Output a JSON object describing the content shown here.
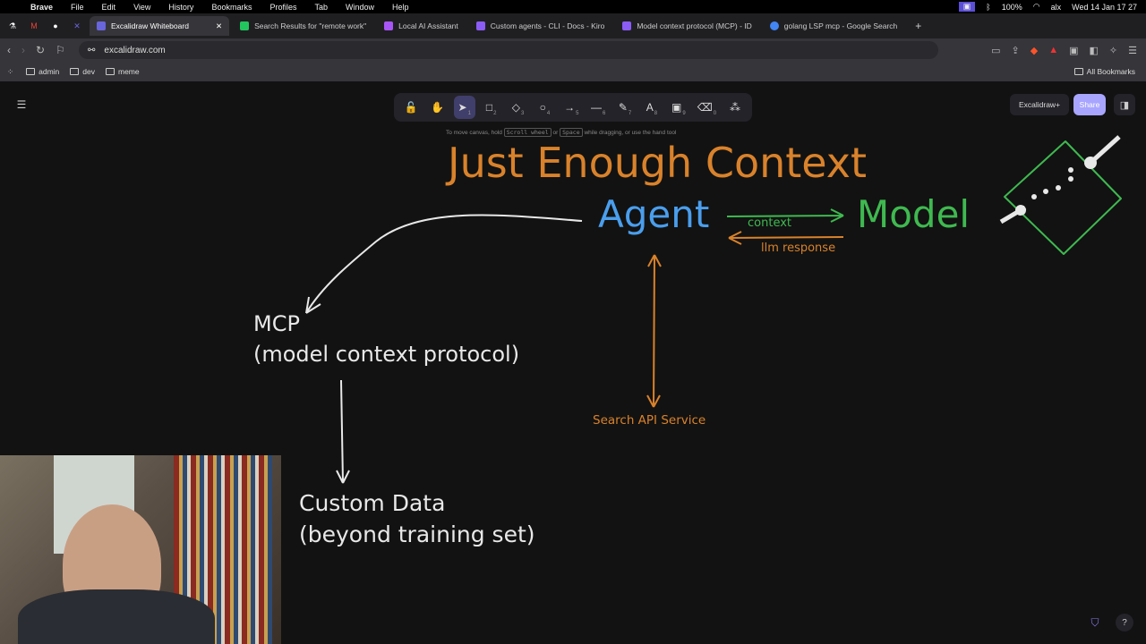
{
  "menubar": {
    "app": "Brave",
    "items": [
      "File",
      "Edit",
      "View",
      "History",
      "Bookmarks",
      "Profiles",
      "Tab",
      "Window",
      "Help"
    ],
    "battery": "100%",
    "user": "alx",
    "datetime": "Wed 14 Jan  17 27"
  },
  "tabs": [
    {
      "label": "Excalidraw Whiteboard",
      "color": "#6965db",
      "active": true
    },
    {
      "label": "Search Results for \"remote work\"",
      "color": "#22c55e"
    },
    {
      "label": "Local AI Assistant",
      "color": "#a855f7"
    },
    {
      "label": "Custom agents - CLI - Docs - Kiro",
      "color": "#8b5cf6"
    },
    {
      "label": "Model context protocol (MCP) - ID",
      "color": "#8b5cf6"
    },
    {
      "label": "golang LSP mcp - Google Search",
      "color": "#4285f4"
    }
  ],
  "address": {
    "url": "excalidraw.com"
  },
  "bookmarks": {
    "folders": [
      "admin",
      "dev",
      "meme"
    ],
    "all": "All Bookmarks"
  },
  "toolbar": {
    "tools": [
      {
        "name": "lock",
        "glyph": "🔓",
        "key": ""
      },
      {
        "name": "hand",
        "glyph": "✋",
        "key": ""
      },
      {
        "name": "selection",
        "glyph": "➤",
        "key": "1"
      },
      {
        "name": "rectangle",
        "glyph": "□",
        "key": "2"
      },
      {
        "name": "diamond",
        "glyph": "◇",
        "key": "3"
      },
      {
        "name": "ellipse",
        "glyph": "○",
        "key": "4"
      },
      {
        "name": "arrow",
        "glyph": "→",
        "key": "5"
      },
      {
        "name": "line",
        "glyph": "—",
        "key": "6"
      },
      {
        "name": "draw",
        "glyph": "✎",
        "key": "7"
      },
      {
        "name": "text",
        "glyph": "A",
        "key": "8"
      },
      {
        "name": "image",
        "glyph": "▣",
        "key": "9"
      },
      {
        "name": "eraser",
        "glyph": "⌫",
        "key": "0"
      },
      {
        "name": "extra-tools",
        "glyph": "⁂",
        "key": ""
      }
    ],
    "hint_pre": "To move canvas, hold",
    "hint_k1": "Scroll wheel",
    "hint_or": "or",
    "hint_k2": "Space",
    "hint_post": "while dragging, or use the hand tool"
  },
  "buttons": {
    "plus": "Excalidraw+",
    "share": "Share"
  },
  "drawing": {
    "title": "Just Enough Context",
    "agent": "Agent",
    "model": "Model",
    "context": "context",
    "llm_response": "llm response",
    "mcp1": "MCP",
    "mcp2": "(model context protocol)",
    "search": "Search API Service",
    "custom1": "Custom Data",
    "custom2": "(beyond training set)"
  },
  "colors": {
    "title": "#d9822b",
    "agent": "#4a9eed",
    "model": "#3fb950",
    "orange": "#d9822b",
    "white": "#e8e8e8"
  }
}
